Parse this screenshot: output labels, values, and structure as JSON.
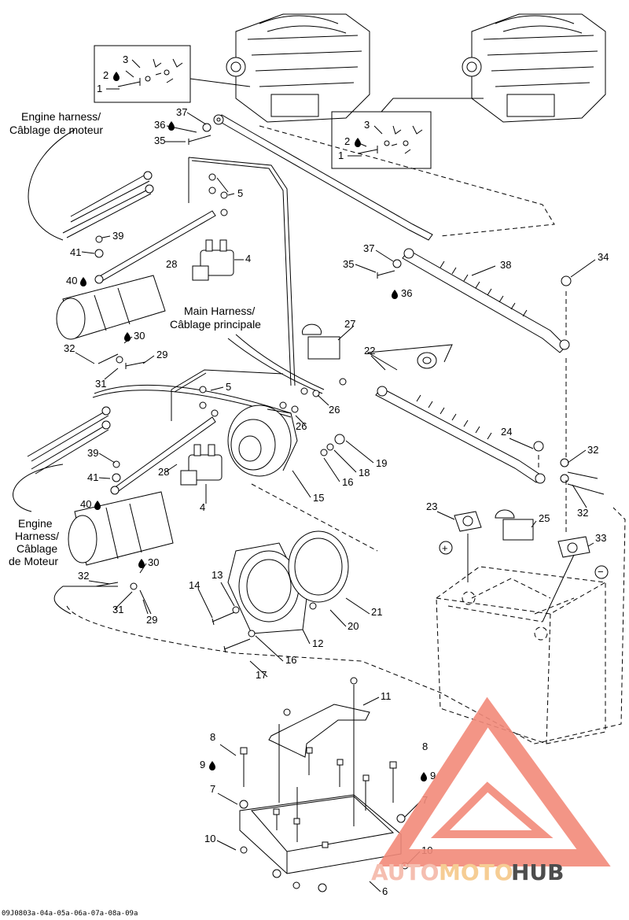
{
  "labels": {
    "engine_harness_top": [
      "Engine harness/",
      "Câblage de moteur"
    ],
    "main_harness": [
      "Main Harness/",
      "Câblage principale"
    ],
    "engine_harness_left": [
      "Engine",
      "Harness/",
      "Câblage",
      "de Moteur"
    ],
    "plus": "+",
    "minus": "−",
    "drawing_code": "09J0803a-04a-05a-06a-07a-08a-09a"
  },
  "watermark": {
    "text_a": "AUTO",
    "text_b": "MOTO",
    "text_c": "HUB",
    "color_auto": "#f5b7a8",
    "color_moto": "#f6c889",
    "color_hub": "#3a3a3a",
    "triangle_color": "#f28a7a"
  },
  "callouts": [
    {
      "n": "1",
      "drop": false
    },
    {
      "n": "2",
      "drop": true
    },
    {
      "n": "3",
      "drop": false
    },
    {
      "n": "1",
      "drop": false
    },
    {
      "n": "2",
      "drop": true
    },
    {
      "n": "3",
      "drop": false
    },
    {
      "n": "37",
      "drop": false
    },
    {
      "n": "36",
      "drop": true
    },
    {
      "n": "35",
      "drop": false
    },
    {
      "n": "5",
      "drop": false
    },
    {
      "n": "39",
      "drop": false
    },
    {
      "n": "41",
      "drop": false
    },
    {
      "n": "28",
      "drop": false
    },
    {
      "n": "4",
      "drop": false
    },
    {
      "n": "40",
      "drop": true
    },
    {
      "n": "32",
      "drop": false
    },
    {
      "n": "30",
      "drop": true
    },
    {
      "n": "29",
      "drop": false
    },
    {
      "n": "31",
      "drop": false
    },
    {
      "n": "37",
      "drop": false
    },
    {
      "n": "35",
      "drop": false
    },
    {
      "n": "36",
      "drop": true
    },
    {
      "n": "38",
      "drop": false
    },
    {
      "n": "34",
      "drop": false
    },
    {
      "n": "27",
      "drop": false
    },
    {
      "n": "22",
      "drop": false
    },
    {
      "n": "26",
      "drop": false
    },
    {
      "n": "26",
      "drop": false
    },
    {
      "n": "5",
      "drop": false
    },
    {
      "n": "24",
      "drop": false
    },
    {
      "n": "32",
      "drop": false
    },
    {
      "n": "32",
      "drop": false
    },
    {
      "n": "19",
      "drop": false
    },
    {
      "n": "18",
      "drop": false
    },
    {
      "n": "16",
      "drop": false
    },
    {
      "n": "15",
      "drop": false
    },
    {
      "n": "39",
      "drop": false
    },
    {
      "n": "41",
      "drop": false
    },
    {
      "n": "28",
      "drop": false
    },
    {
      "n": "4",
      "drop": false
    },
    {
      "n": "40",
      "drop": true
    },
    {
      "n": "30",
      "drop": true
    },
    {
      "n": "32",
      "drop": false
    },
    {
      "n": "31",
      "drop": false
    },
    {
      "n": "29",
      "drop": false
    },
    {
      "n": "23",
      "drop": false
    },
    {
      "n": "25",
      "drop": false
    },
    {
      "n": "33",
      "drop": false
    },
    {
      "n": "14",
      "drop": false
    },
    {
      "n": "13",
      "drop": false
    },
    {
      "n": "12",
      "drop": false
    },
    {
      "n": "20",
      "drop": false
    },
    {
      "n": "21",
      "drop": false
    },
    {
      "n": "16",
      "drop": false
    },
    {
      "n": "17",
      "drop": false
    },
    {
      "n": "11",
      "drop": false
    },
    {
      "n": "8",
      "drop": false
    },
    {
      "n": "9",
      "drop": true
    },
    {
      "n": "8",
      "drop": false
    },
    {
      "n": "9",
      "drop": true
    },
    {
      "n": "7",
      "drop": false
    },
    {
      "n": "7",
      "drop": false
    },
    {
      "n": "10",
      "drop": false
    },
    {
      "n": "10",
      "drop": false
    },
    {
      "n": "6",
      "drop": false
    }
  ]
}
